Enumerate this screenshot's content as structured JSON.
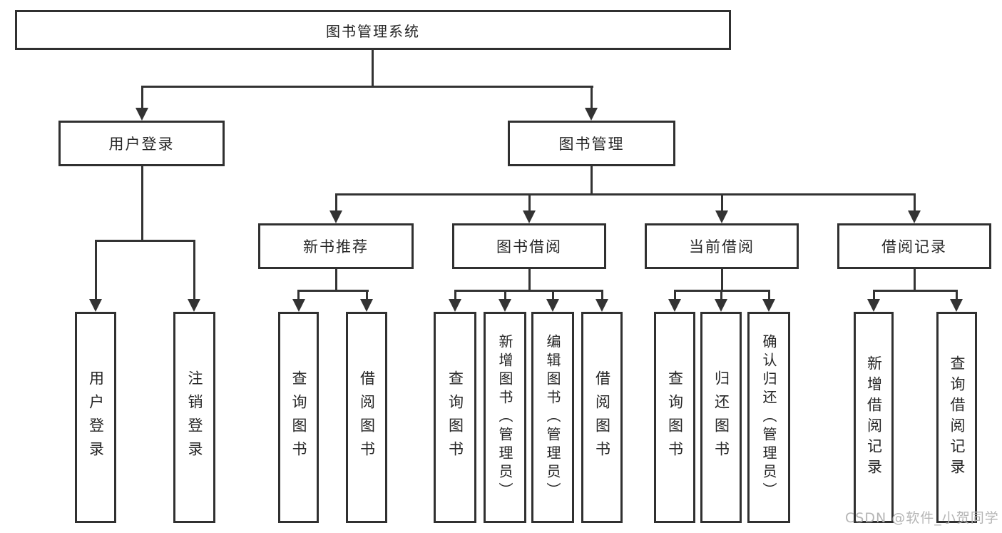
{
  "diagram": {
    "type": "hierarchy-tree",
    "root": {
      "label": "图书管理系统",
      "children": [
        {
          "label": "用户登录",
          "children": [
            {
              "label": "用户登录"
            },
            {
              "label": "注销登录"
            }
          ]
        },
        {
          "label": "图书管理",
          "children": [
            {
              "label": "新书推荐",
              "children": [
                {
                  "label": "查询图书"
                },
                {
                  "label": "借阅图书"
                }
              ]
            },
            {
              "label": "图书借阅",
              "children": [
                {
                  "label": "查询图书"
                },
                {
                  "label": "新增图书（管理员）"
                },
                {
                  "label": "编辑图书（管理员）"
                },
                {
                  "label": "借阅图书"
                }
              ]
            },
            {
              "label": "当前借阅",
              "children": [
                {
                  "label": "查询图书"
                },
                {
                  "label": "归还图书"
                },
                {
                  "label": "确认归还（管理员）"
                }
              ]
            },
            {
              "label": "借阅记录",
              "children": [
                {
                  "label": "新增借阅记录"
                },
                {
                  "label": "查询借阅记录"
                }
              ]
            }
          ]
        }
      ]
    }
  },
  "watermark": {
    "text": "CSDN @软件_小贺同学"
  },
  "colors": {
    "line": "#333333",
    "border": "#303030",
    "text": "#262626",
    "background": "#ffffff",
    "watermark": "#b5b5b5"
  }
}
